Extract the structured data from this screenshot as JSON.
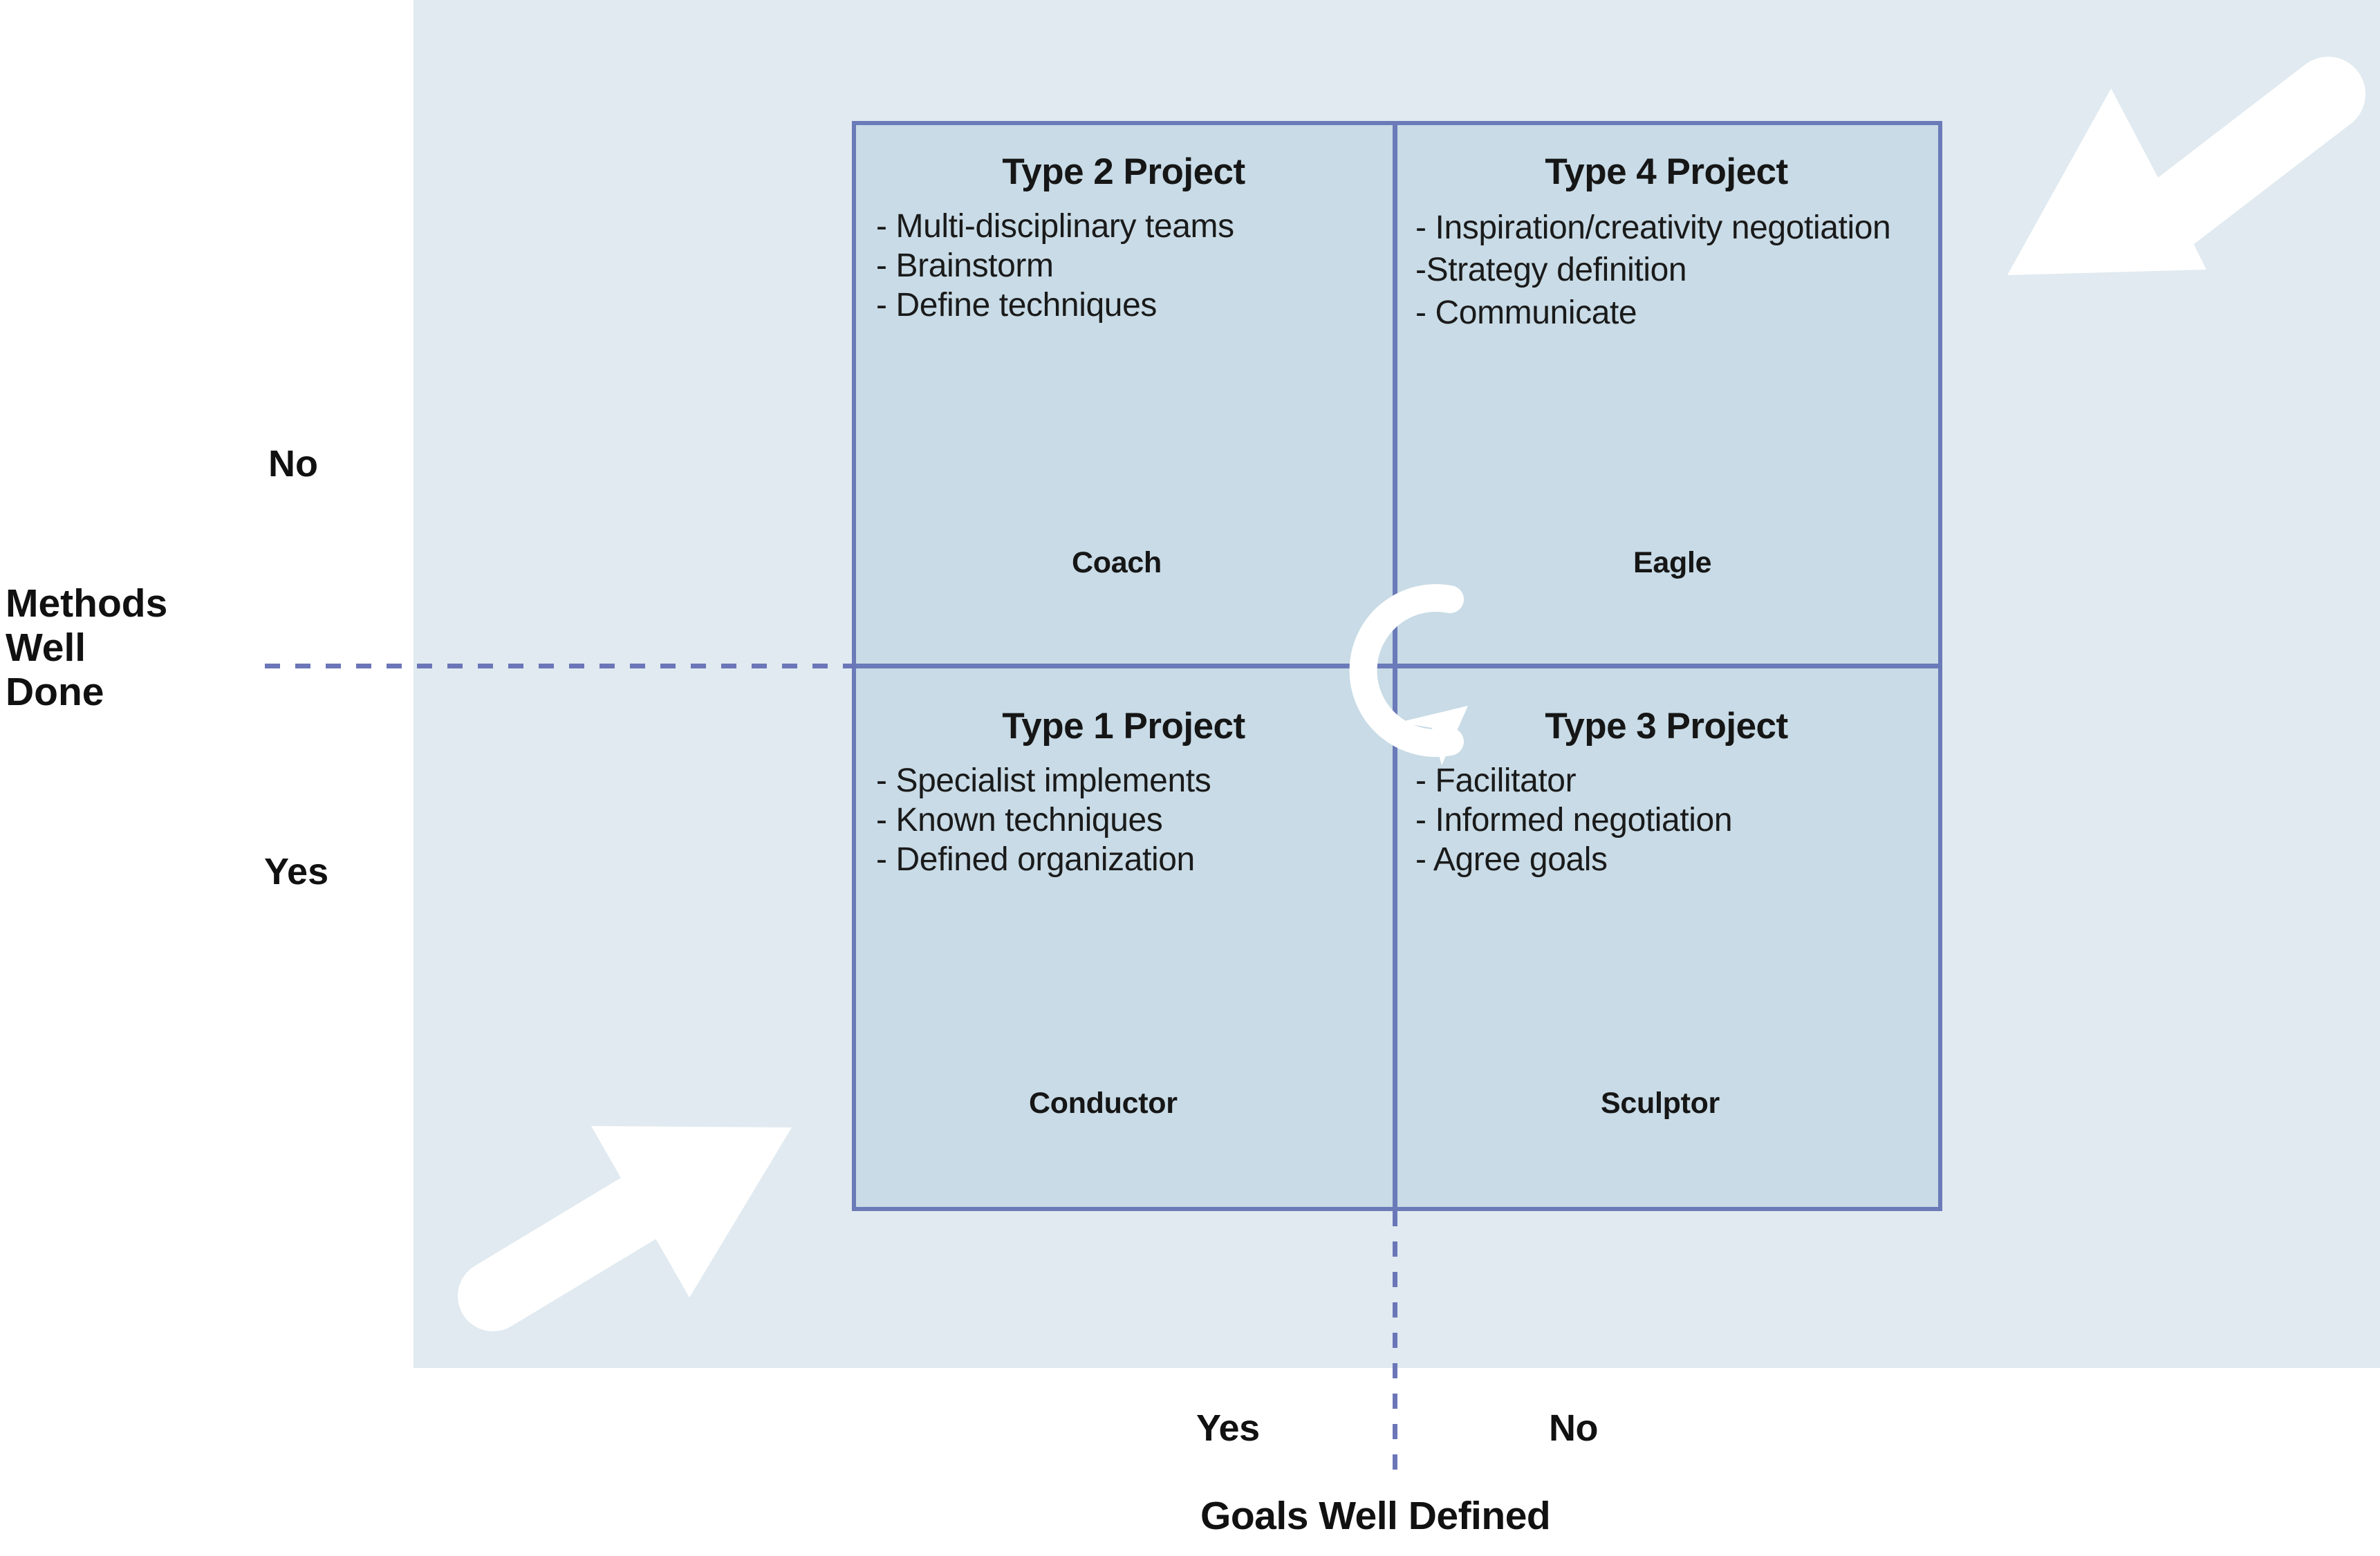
{
  "diagram": {
    "title": "Project Types Matrix",
    "colors": {
      "panel_background": "#e0eaf0",
      "quadrant_fill": "#c8dbe6",
      "border_blue": "#6b7ab8",
      "dash_blue": "#6b76b8",
      "text_dark": "#161616",
      "arrow_white": "#ffffff"
    }
  },
  "axes": {
    "y": {
      "label": "Methods\nWell\nDone",
      "label_line1": "Methods",
      "label_line2": "Well",
      "label_line3": "Done",
      "tick_top": "No",
      "tick_bottom": "Yes"
    },
    "x": {
      "label": "Goals Well Defined",
      "tick_left": "Yes",
      "tick_right": "No"
    }
  },
  "quadrants": [
    {
      "id": "type2",
      "position": "top-left",
      "title": "Type 2 Project",
      "bullets": [
        "- Multi-disciplinary teams",
        "- Brainstorm",
        "- Define techniques"
      ],
      "role": "Coach"
    },
    {
      "id": "type4",
      "position": "top-right",
      "title": "Type 4 Project",
      "bullets": [
        "- Inspiration/creativity negotiation",
        "-Strategy definition",
        "- Communicate"
      ],
      "role": "Eagle"
    },
    {
      "id": "type1",
      "position": "bottom-left",
      "title": "Type 1 Project",
      "bullets": [
        "- Specialist implements",
        "- Known techniques",
        "- Defined organization"
      ],
      "role": "Conductor"
    },
    {
      "id": "type3",
      "position": "bottom-right",
      "title": "Type 3 Project",
      "bullets": [
        "- Facilitator",
        "- Informed negotiation",
        "- Agree goals"
      ],
      "role": "Sculptor"
    }
  ],
  "decorations": {
    "arrow_top_right": "arrow-down-left-icon",
    "arrow_bottom_left": "arrow-up-right-icon",
    "arrow_center": "circular-arrow-icon"
  }
}
